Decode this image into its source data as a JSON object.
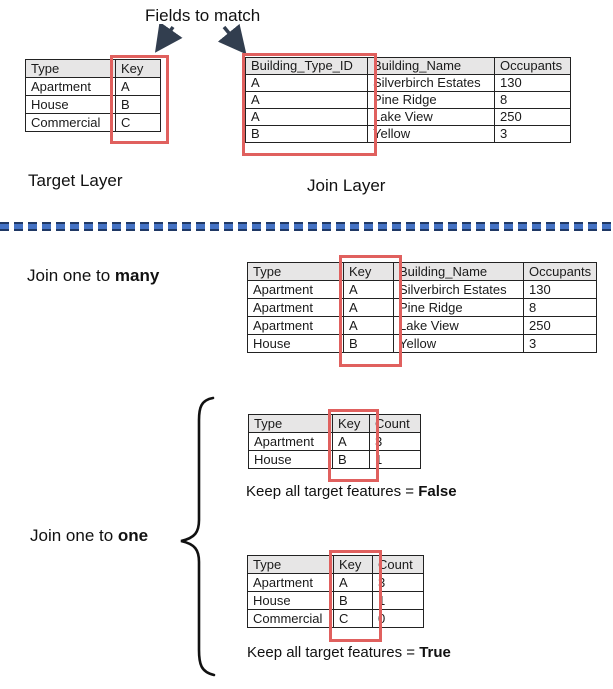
{
  "annotations": {
    "fields_to_match": "Fields to match"
  },
  "colors": {
    "key_highlight": "#e0605e",
    "table_header_bg": "#e7e6e6",
    "divider_blue": "#4472c4",
    "divider_navy": "#1f3864",
    "arrow": "#323e4f"
  },
  "target_table": {
    "layer_label": "Target Layer",
    "headers": [
      "Type",
      "Key"
    ],
    "rows": [
      [
        "Apartment",
        "A"
      ],
      [
        "House",
        "B"
      ],
      [
        "Commercial",
        "C"
      ]
    ]
  },
  "join_layer_table": {
    "layer_label": "Join Layer",
    "headers": [
      "Building_Type_ID",
      "Building_Name",
      "Occupants"
    ],
    "rows": [
      [
        "A",
        "Silverbirch Estates",
        "130"
      ],
      [
        "A",
        "Pine Ridge",
        "8"
      ],
      [
        "A",
        "Lake View",
        "250"
      ],
      [
        "B",
        "Yellow",
        "3"
      ]
    ]
  },
  "one_to_many": {
    "label_prefix": "Join one to ",
    "label_bold": "many",
    "headers": [
      "Type",
      "Key",
      "Building_Name",
      "Occupants"
    ],
    "rows": [
      [
        "Apartment",
        "A",
        "Silverbirch Estates",
        "130"
      ],
      [
        "Apartment",
        "A",
        "Pine Ridge",
        "8"
      ],
      [
        "Apartment",
        "A",
        "Lake View",
        "250"
      ],
      [
        "House",
        "B",
        "Yellow",
        "3"
      ]
    ]
  },
  "one_to_one": {
    "label_prefix": "Join one to ",
    "label_bold": "one",
    "false_table": {
      "headers": [
        "Type",
        "Key",
        "Count"
      ],
      "rows": [
        [
          "Apartment",
          "A",
          "3"
        ],
        [
          "House",
          "B",
          "1"
        ]
      ],
      "caption_prefix": "Keep all target features = ",
      "caption_bold": "False"
    },
    "true_table": {
      "headers": [
        "Type",
        "Key",
        "Count"
      ],
      "rows": [
        [
          "Apartment",
          "A",
          "3"
        ],
        [
          "House",
          "B",
          "1"
        ],
        [
          "Commercial",
          "C",
          "0"
        ]
      ],
      "caption_prefix": "Keep all target features = ",
      "caption_bold": "True"
    }
  }
}
